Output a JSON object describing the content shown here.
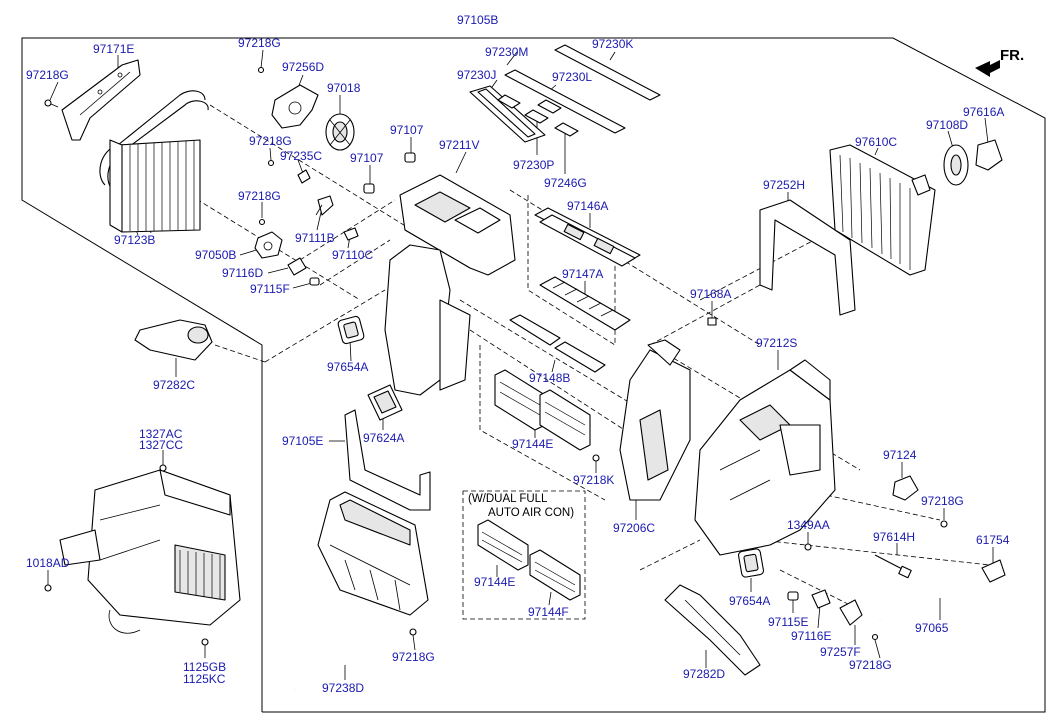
{
  "labels": {
    "l97105B": "97105B",
    "l97171E": "97171E",
    "l97218G_a": "97218G",
    "l97218G_b": "97218G",
    "l97218G_c": "97218G",
    "l97218G_d": "97218G",
    "l97218G_e": "97218G",
    "l97218G_f": "97218G",
    "l97218G_g": "97218G",
    "l97256D": "97256D",
    "l97018": "97018",
    "l97230M": "97230M",
    "l97230K": "97230K",
    "l97230J": "97230J",
    "l97230L": "97230L",
    "l97107_a": "97107",
    "l97107_b": "97107",
    "l97235C": "97235C",
    "l97211V": "97211V",
    "l97230P": "97230P",
    "l97246G": "97246G",
    "l97616A": "97616A",
    "l97108D": "97108D",
    "l97610C": "97610C",
    "l97252H": "97252H",
    "l97123B": "97123B",
    "l97146A": "97146A",
    "l97111B": "97111B",
    "l97050B": "97050B",
    "l97110C": "97110C",
    "l97116D_a": "97116D",
    "l97116D_b": "97116E",
    "l97115F_a": "97115F",
    "l97115F_b": "97115E",
    "l97147A": "97147A",
    "l97168A": "97168A",
    "l97212S": "97212S",
    "l97654A_a": "97654A",
    "l97654A_b": "97654A",
    "l97148B": "97148B",
    "l97282C": "97282C",
    "l97282D": "97282D",
    "l97624A": "97624A",
    "l97105E": "97105E",
    "l97144E_a": "97144E",
    "l97144E_b": "97144E",
    "l97144F": "97144F",
    "l97124": "97124",
    "l1327AC": "1327AC",
    "l1327CC": "1327CC",
    "l97218K": "97218K",
    "l1349AA": "1349AA",
    "l97614H": "97614H",
    "l61754": "61754",
    "l97206C": "97206C",
    "l1018AD": "1018AD",
    "l97065": "97065",
    "l97257F": "97257F",
    "l1125GB": "1125GB",
    "l1125KC": "1125KC",
    "l97238D": "97238D"
  },
  "note": {
    "line1": "(W/DUAL FULL",
    "line2": "AUTO AIR CON)"
  },
  "direction": {
    "label": "FR."
  },
  "colors": {
    "label": "#1a1ab0",
    "line": "#000000"
  }
}
